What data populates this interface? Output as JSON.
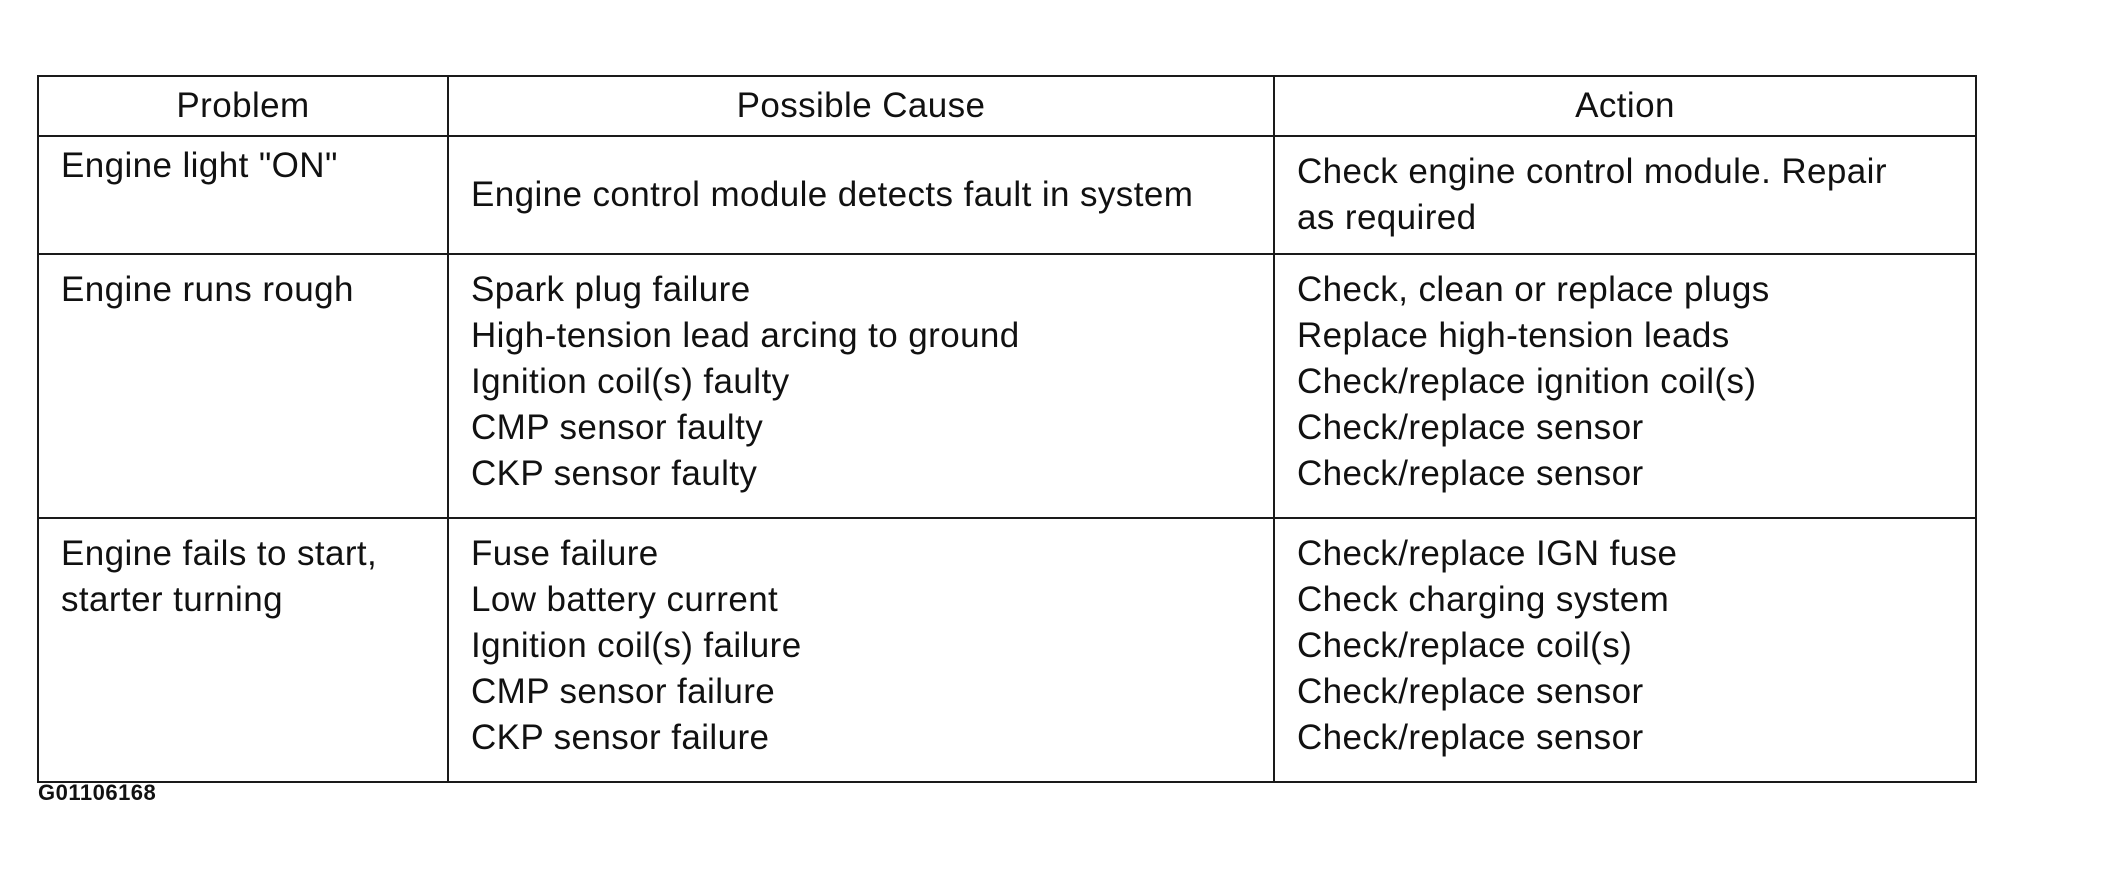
{
  "table": {
    "headers": [
      "Problem",
      "Possible Cause",
      "Action"
    ],
    "rows": [
      {
        "problem": [
          "Engine light \"ON\""
        ],
        "causes": [
          "Engine control module detects fault in system"
        ],
        "actions": [
          "Check engine control module.  Repair",
          "as required"
        ]
      },
      {
        "problem": [
          "Engine runs rough"
        ],
        "causes": [
          "Spark plug failure",
          "High-tension lead arcing to ground",
          "Ignition coil(s) faulty",
          "CMP sensor faulty",
          "CKP sensor faulty"
        ],
        "actions": [
          "Check, clean or replace plugs",
          "Replace high-tension leads",
          "Check/replace ignition coil(s)",
          "Check/replace sensor",
          "Check/replace sensor"
        ]
      },
      {
        "problem": [
          "Engine fails to start,",
          "starter turning"
        ],
        "causes": [
          "Fuse failure",
          "Low battery current",
          "Ignition coil(s) failure",
          "CMP sensor failure",
          "CKP sensor failure"
        ],
        "actions": [
          "Check/replace IGN fuse",
          "Check charging system",
          "Check/replace coil(s)",
          "Check/replace sensor",
          "Check/replace sensor"
        ]
      }
    ]
  },
  "figure_id": "G01106168"
}
